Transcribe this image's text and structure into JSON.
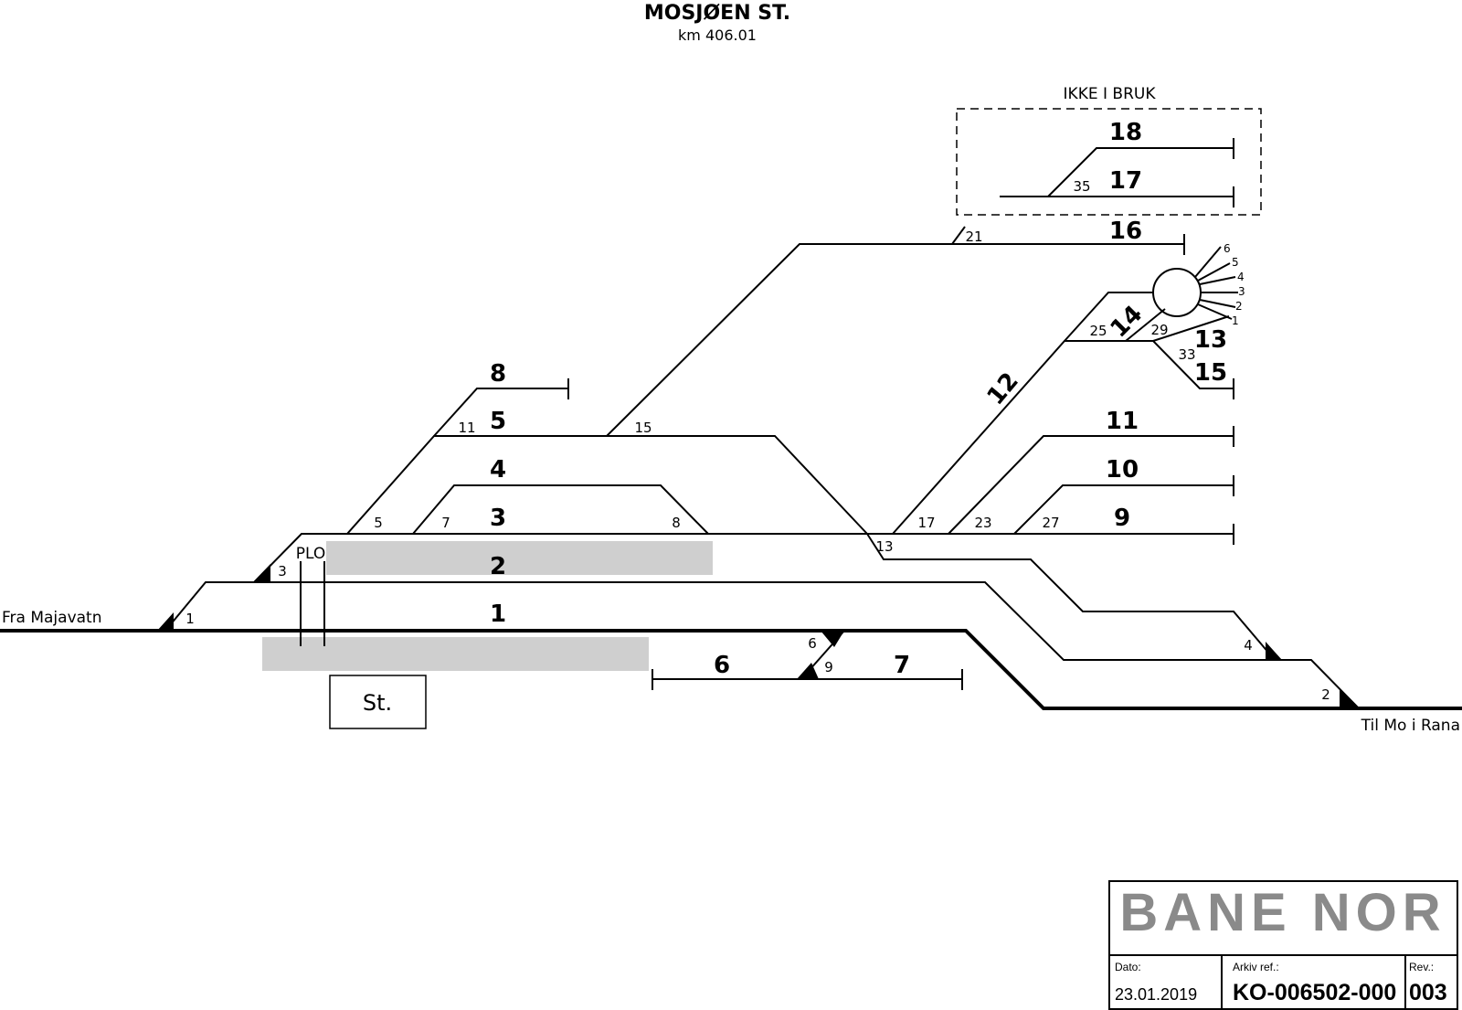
{
  "header": {
    "title": "MOSJØEN ST.",
    "km": "km 406.01"
  },
  "disused_box": {
    "label": "IKKE I BRUK"
  },
  "tracks": {
    "t1": "1",
    "t2": "2",
    "t3": "3",
    "t4": "4",
    "t5": "5",
    "t6": "6",
    "t7": "7",
    "t8": "8",
    "t9": "9",
    "t10": "10",
    "t11": "11",
    "t12": "12",
    "t13": "13",
    "t14": "14",
    "t15": "15",
    "t16": "16",
    "t17": "17",
    "t18": "18"
  },
  "switches": {
    "s1": "1",
    "s2": "2",
    "s3": "3",
    "s4": "4",
    "s5": "5",
    "s6": "6",
    "s7": "7",
    "s8": "8",
    "s9": "9",
    "s11": "11",
    "s13": "13",
    "s15": "15",
    "s17": "17",
    "s21": "21",
    "s23": "23",
    "s25": "25",
    "s27": "27",
    "s29": "29",
    "s33": "33",
    "s35": "35"
  },
  "turntable_stalls": [
    "6",
    "5",
    "4",
    "3",
    "2",
    "1"
  ],
  "labels": {
    "from": "Fra  Majavatn",
    "to": "Til Mo i Rana",
    "plo": "PLO",
    "station_building": "St."
  },
  "title_block": {
    "logo": "BANE NOR",
    "date_label": "Dato:",
    "date": "23.01.2019",
    "archive_label": "Arkiv ref.:",
    "archive": "KO-006502-000",
    "rev_label": "Rev.:",
    "rev": "003"
  }
}
